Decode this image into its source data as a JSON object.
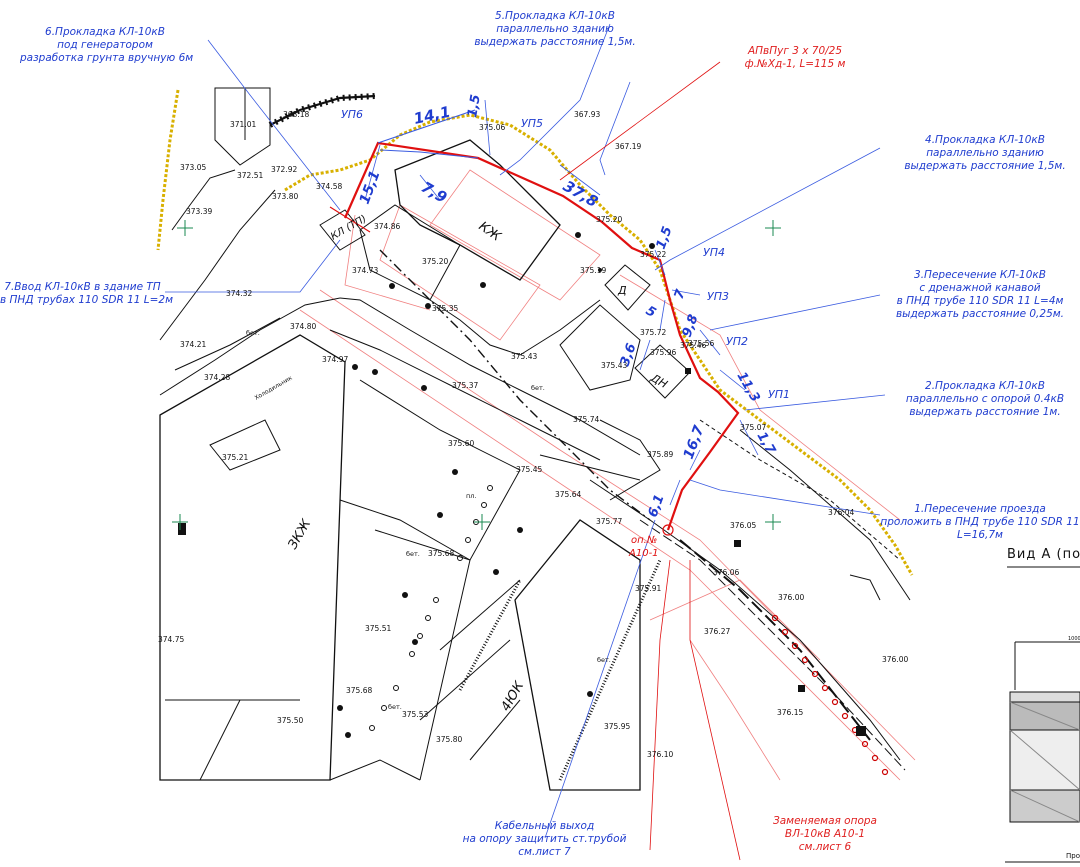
{
  "notes": {
    "n1": {
      "l1": "1.Пересечение проезда",
      "l2": "проложить в ПНД трубе 110 SDR 11",
      "l3": "L=16,7м"
    },
    "n2": {
      "l1": "2.Прокладка КЛ-10кВ",
      "l2": "параллельно с опорой 0.4кВ",
      "l3": "выдержать расстояние 1м."
    },
    "n3": {
      "l1": "3.Пересечение КЛ-10кВ",
      "l2": "с дренажной канавой",
      "l3": "в ПНД трубе 110 SDR 11 L=4м",
      "l4": "выдержать расстояние 0,25м."
    },
    "n4": {
      "l1": "4.Прокладка КЛ-10кВ",
      "l2": "параллельно зданию",
      "l3": "выдержать расстояние 1,5м."
    },
    "n5": {
      "l1": "5.Прокладка КЛ-10кВ",
      "l2": "параллельно зданию",
      "l3": "выдержать расстояние 1,5м."
    },
    "n6": {
      "l1": "6.Прокладка КЛ-10кВ",
      "l2": "под генератором",
      "l3": "разработка грунта вручную 6м"
    },
    "n7": {
      "l1": "7.Ввод КЛ-10кВ в здание ТП",
      "l2": "в ПНД трубах 110 SDR 11 L=2м"
    },
    "cable": {
      "l1": "АПвПуг 3 х 70/25",
      "l2": "ф.№Хд-1,  L=115 м"
    },
    "exit": {
      "l1": "Кабельный выход",
      "l2": "на опору защитить ст.трубой",
      "l3": "см.лист 7"
    },
    "replace": {
      "l1": "Заменяемая опора",
      "l2": "ВЛ-10кВ А10-1",
      "l3": "см.лист 6"
    },
    "pole": {
      "l1": "оп.№",
      "l2": "А10-1"
    }
  },
  "view_label": "Вид А (по",
  "section_label": "Про",
  "up_labels": [
    "УП1",
    "УП2",
    "УП3",
    "УП4",
    "УП5",
    "УП6"
  ],
  "dims": [
    "14,1",
    "1,5",
    "7,9",
    "15,1",
    "37,8",
    "1,5",
    "5",
    "7",
    "9,8",
    "3,6",
    "11,3",
    "1,7",
    "16,7",
    "6,1"
  ],
  "buildings": [
    "КЖ",
    "ЗКЖ",
    "4ЮК",
    "Д",
    "ДН",
    "КЛ (ТП)"
  ],
  "small_labels": [
    "бет.",
    "пл.",
    "бет.",
    "бет.",
    "бет.",
    "бет.",
    "Холодильник"
  ],
  "elevations": [
    "368.18",
    "371.01",
    "373.05",
    "373.39",
    "372.51",
    "372.92",
    "373.80",
    "374.58",
    "374.86",
    "374.73",
    "374.32",
    "374.80",
    "374.97",
    "374.21",
    "374.28",
    "375.21",
    "374.75",
    "375.20",
    "375.35",
    "375.37",
    "375.43",
    "375.19",
    "375.20",
    "375.06",
    "367.93",
    "367.19",
    "375.22",
    "375.72",
    "375.46",
    "375.96",
    "375.07",
    "375.74",
    "375.89",
    "375.60",
    "375.45",
    "375.64",
    "375.77",
    "375.68",
    "375.51",
    "375.68",
    "375.53",
    "375.50",
    "375.80",
    "375.91",
    "376.27",
    "375.95",
    "376.10",
    "376.05",
    "376.06",
    "376.00",
    "376.15",
    "376.04",
    "376.00",
    "375.43",
    "375.56"
  ]
}
